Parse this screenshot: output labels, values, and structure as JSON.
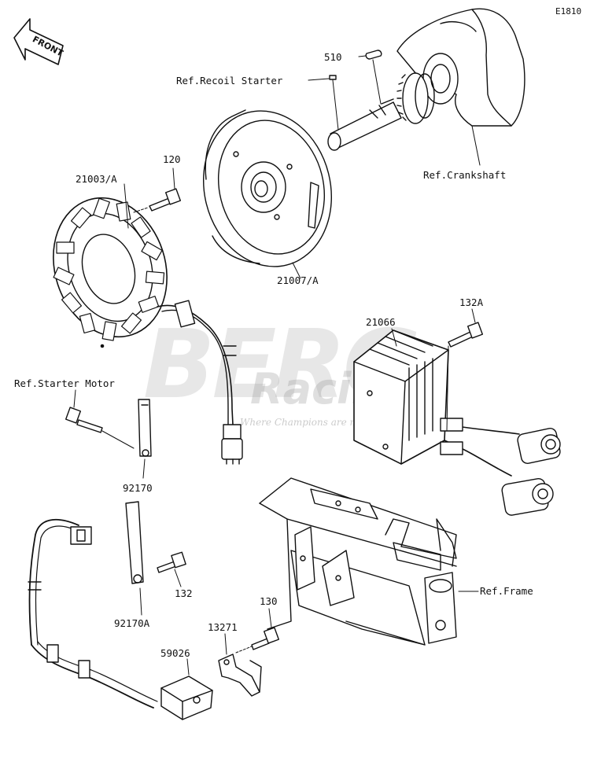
{
  "diagram_code": "E1810",
  "front_badge": "FRONT",
  "watermark": {
    "brand": "BERG",
    "sub": "Racing",
    "tagline": "Where Champions are made"
  },
  "labels": {
    "p510": "510",
    "ref_recoil": "Ref.Recoil Starter",
    "ref_crank": "Ref.Crankshaft",
    "p120": "120",
    "p21003": "21003/A",
    "p21007": "21007/A",
    "p132a": "132A",
    "p21066": "21066",
    "ref_starter": "Ref.Starter Motor",
    "p92170": "92170",
    "p92170a": "92170A",
    "p132": "132",
    "ref_frame": "Ref.Frame",
    "p130": "130",
    "p13271": "13271",
    "p59026": "59026"
  }
}
